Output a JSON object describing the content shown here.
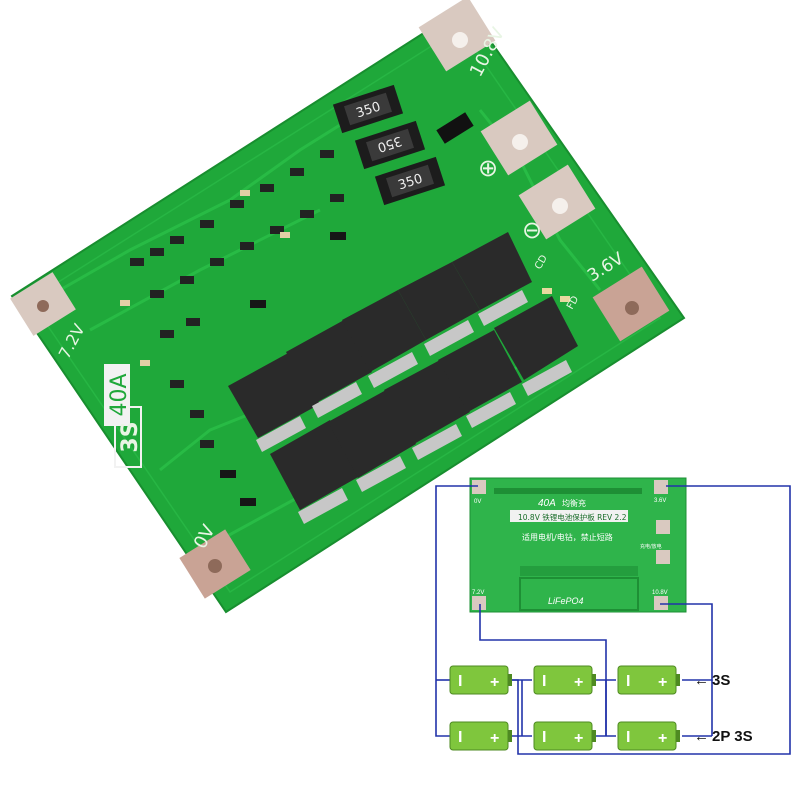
{
  "board": {
    "label_3s": "3S",
    "label_40a": "40A",
    "v_108": "10.8V",
    "v_36": "3.6V",
    "v_72": "7.2V",
    "v_0": "0V",
    "resistor_1": "350",
    "resistor_2": "350",
    "resistor_3": "350",
    "cd": "CD",
    "fd": "FD",
    "plus_symbol": "⊕",
    "minus_symbol": "⊖",
    "colors": {
      "pcb": "#1fa83a",
      "pcb_dark": "#168a2c",
      "mosfet": "#2a2a2a",
      "pad": "#d9c9c0"
    }
  },
  "diagram": {
    "mini_board": {
      "label_40a": "40A",
      "label_balance": "均衡充",
      "title_line": "10.8V 铁锂电池保护板 REV 2.2",
      "warning_line": "适用电机/电钻，禁止短路",
      "chemistry": "LiFePO4",
      "v_0": "0V",
      "v_36": "3.6V",
      "v_72": "7.2V",
      "v_108": "10.8V",
      "charge_label": "充电/放电"
    },
    "cell_minus": "I",
    "cell_plus": "+",
    "label_3s": "3S",
    "label_2p3s": "2P 3S",
    "arrow": "←",
    "colors": {
      "wire": "#2233aa",
      "cell": "#7fc63d",
      "cell_body": "#5fb02a"
    }
  }
}
